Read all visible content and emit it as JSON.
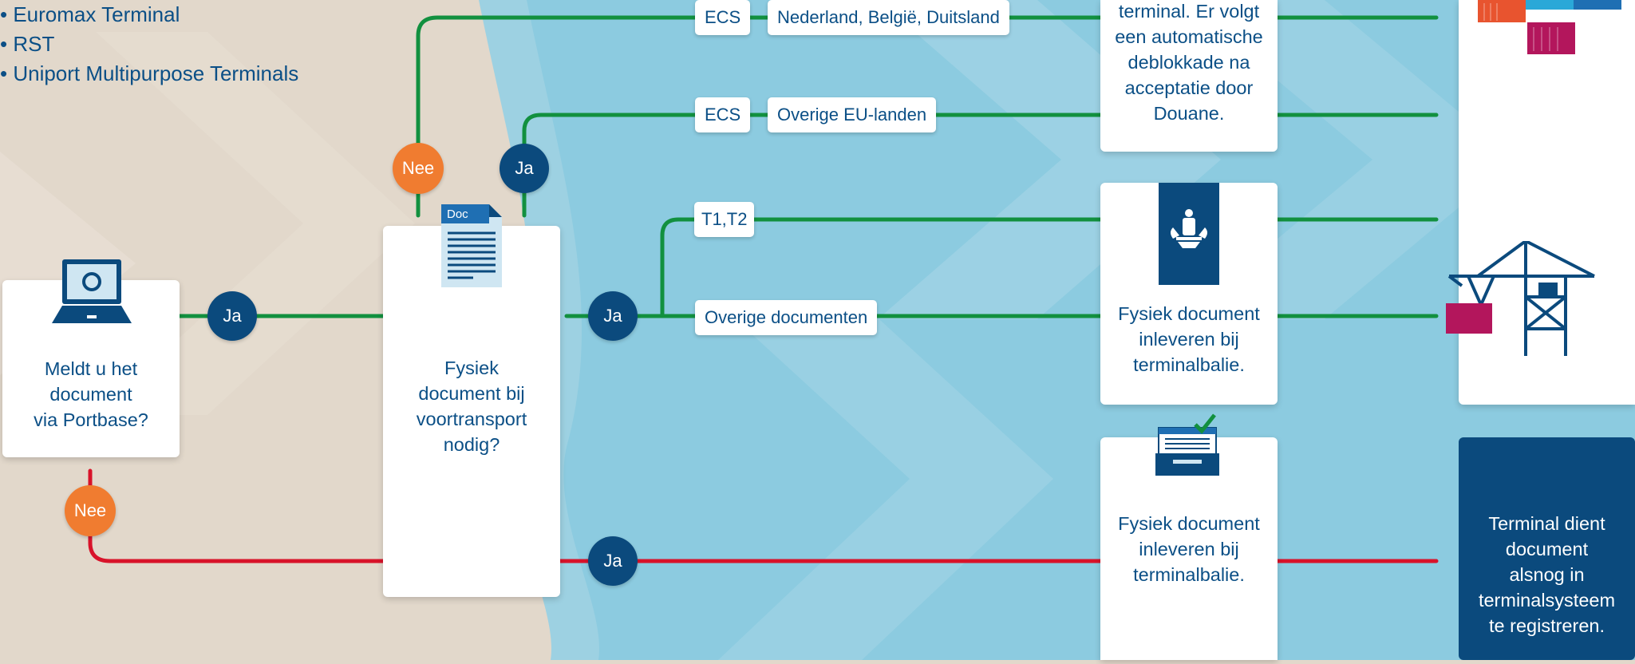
{
  "terminals": [
    "• Euromax Terminal",
    "• RST",
    "• Uniport Multipurpose Terminals"
  ],
  "questions": {
    "portbase": "Meldt u het\ndocument\nvia Portbase?",
    "physical_doc": "Fysiek\ndocument bij\nvoortransport\nnodig?"
  },
  "decisions": {
    "ja": "Ja",
    "nee": "Nee"
  },
  "doc_types": {
    "ecs": "ECS",
    "t1t2": "T1,T2",
    "overige_documenten": "Overige documenten"
  },
  "destinations": {
    "nl_be_de": "Nederland, België, Duitsland",
    "other_eu": "Overige EU-landen"
  },
  "outcomes": {
    "auto_unblock": "terminal. Er volgt\neen automatische\ndeblokkade na\nacceptatie door\nDouane.",
    "deliver_physical_1": "Fysiek document\ninleveren bij\nterminalbalie.",
    "deliver_physical_2": "Fysiek document\ninleveren bij\nterminalbalie.",
    "terminal_register": "Terminal dient\ndocument\nalsnog in\nterminalsysteem\nte registreren."
  },
  "doc_icon_label": "Doc",
  "colors": {
    "green_line": "#12903f",
    "red_line": "#d8132a",
    "ja_circle": "#0b4a7d",
    "nee_circle": "#f07c30",
    "navy": "#0b4f86",
    "final_box": "#0b4a7d",
    "beige_bg": "#e2d8cb",
    "light_blue_bg": "#9dd1e2"
  }
}
